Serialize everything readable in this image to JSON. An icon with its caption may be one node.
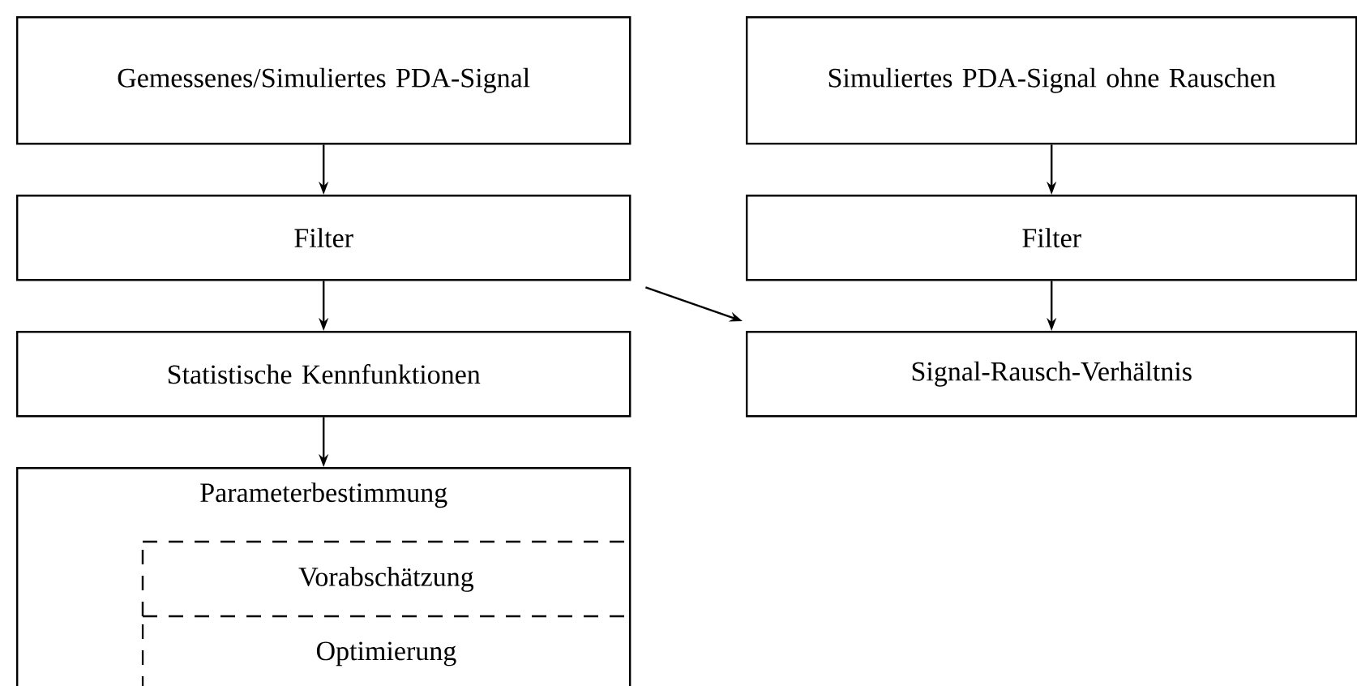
{
  "diagram": {
    "nodes": [
      {
        "text": [
          "Gemessenes/Simuliertes PDA-Signal"
        ]
      },
      {
        "text": [
          "Filter"
        ]
      },
      {
        "text": [
          "Statistische Kennfunktionen"
        ]
      },
      {
        "text": [
          "Parameterbestimmung"
        ]
      },
      {
        "text": [
          "Vorabschätzung"
        ],
        "in": 3
      },
      {
        "text": [
          "Optimierung"
        ],
        "in": 3
      },
      {
        "text": [
          "Simuliertes PDA-Signal ohne Rauschen"
        ]
      },
      {
        "text": [
          "Filter"
        ]
      },
      {
        "text": [
          "Signal-Rausch-Verhältnis"
        ]
      }
    ],
    "edges": [
      {
        "from": 0,
        "to": 1,
        "arrow": "to"
      },
      {
        "from": 1,
        "to": 2,
        "arrow": "to"
      },
      {
        "from": 2,
        "to": 3,
        "arrow": "to"
      },
      {
        "from": 6,
        "to": 7,
        "arrow": "to"
      },
      {
        "from": 7,
        "to": 8,
        "arrow": "to"
      },
      {
        "from": 1,
        "to": 8,
        "arrow": "to"
      }
    ]
  }
}
